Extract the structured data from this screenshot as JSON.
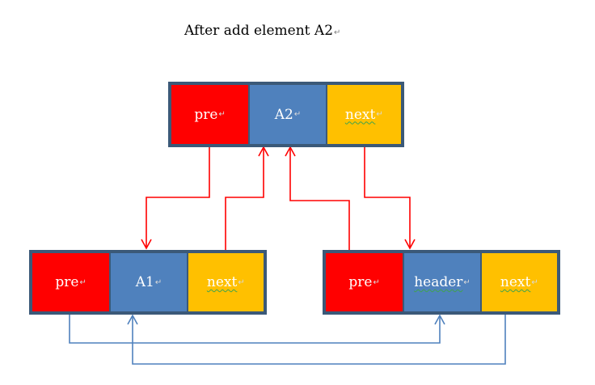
{
  "title": "After add element A2",
  "paragraph_mark": "↵",
  "colors": {
    "pre": "#ff0000",
    "value": "#4f81bd",
    "next": "#ffc000",
    "border": "#3b5978",
    "red_arrow": "#ff0000",
    "blue_arrow": "#4f81bd"
  },
  "nodes": {
    "a2": {
      "pre": "pre",
      "value": "A2",
      "next": "next"
    },
    "a1": {
      "pre": "pre",
      "value": "A1",
      "next": "next"
    },
    "header": {
      "pre": "pre",
      "value": "header",
      "next": "next"
    }
  }
}
